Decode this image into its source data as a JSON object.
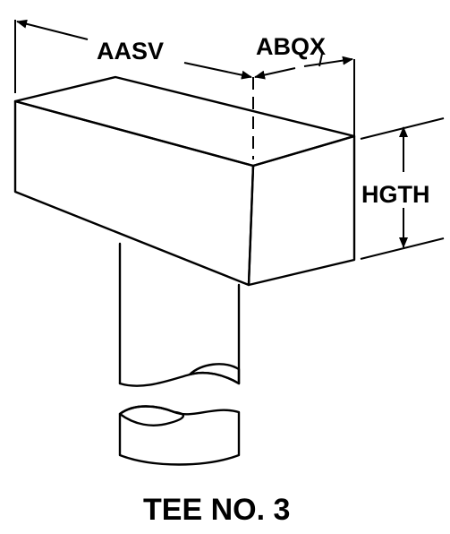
{
  "drawing": {
    "dimensions": {
      "length_label": "AASV",
      "width_label": "ABQX",
      "height_label": "HGTH"
    },
    "caption": "TEE NO. 3"
  },
  "colors": {
    "line": "#000000",
    "background": "#ffffff"
  }
}
